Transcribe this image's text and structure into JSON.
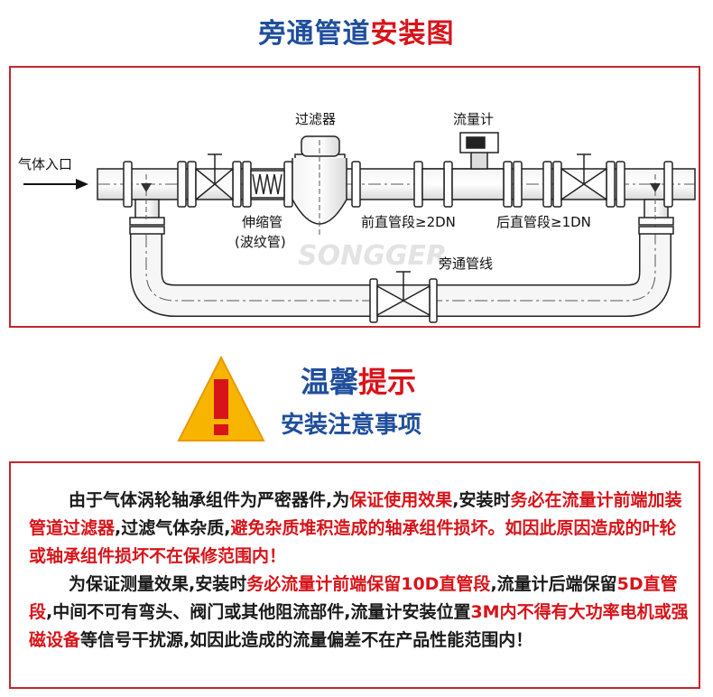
{
  "header": {
    "title_part1": "旁通管道",
    "title_part2": "安装图"
  },
  "diagram": {
    "gas_inlet": "气体入口",
    "filter": "过滤器",
    "flowmeter": "流量计",
    "bellows_line1": "伸缩管",
    "bellows_line2": "(波纹管)",
    "upstream": "前直管段≥2DN",
    "downstream": "后直管段≥1DN",
    "bypass": "旁通管线",
    "watermark": "SONGGER"
  },
  "tip": {
    "warning_icon_glyph": "!",
    "title_part1": "温馨",
    "title_part2": "提示",
    "subtitle": "安装注意事项"
  },
  "notes": {
    "p1_a": "由于气体涡轮轴承组件为严密器件,为",
    "p1_b": "保证使用效果",
    "p1_c": ",安装时",
    "p1_d": "务必在流量计前端加装管道过滤器",
    "p1_e": ",过滤气体杂质,",
    "p1_f": "避免杂质堆积造成的轴承组件损坏。如因此原因造成的叶轮或轴承组件损坏不在保修范围内！",
    "p2_a": "为保证测量效果,安装时",
    "p2_b": "务必流量计前端保留10D直管段",
    "p2_c": ",流量计后端保留",
    "p2_d": "5D直管段",
    "p2_e": ",中间不可有弯头、阀门或其他阻流部件,流量计安装位置",
    "p2_f": "3M内不得有大功率电机或强磁设备",
    "p2_g": "等信号干扰源,如因此造成的流量偏差不在产品性能范围内！"
  },
  "colors": {
    "blue": "#1f4e9c",
    "red": "#d7141a",
    "border": "#c1272d"
  }
}
